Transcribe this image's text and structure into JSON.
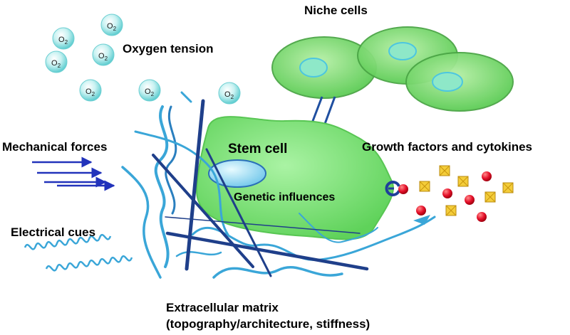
{
  "labels": {
    "oxygen_tension": "Oxygen tension",
    "niche_cells": "Niche cells",
    "mechanical_forces": "Mechanical forces",
    "growth_factors": "Growth factors and cytokines",
    "stem_cell": "Stem cell",
    "genetic_influences": "Genetic influences",
    "electrical_cues": "Electrical cues",
    "ecm_line1": "Extracellular matrix",
    "ecm_line2": "(topography/architecture, stiffness)"
  },
  "oxygen": {
    "symbol": "O",
    "subscript": "2"
  },
  "colors": {
    "cell_fill": "#7ee07a",
    "cell_stroke": "#3fae3c",
    "nucleus": "#8fd2f0",
    "bubble": "#b6ecec",
    "fiber_light": "#3aa6d8",
    "fiber_dark": "#1f3f8a",
    "arrow": "#2233bb",
    "sphere_red": "#e8102a",
    "cube_gold": "#e9b820"
  }
}
